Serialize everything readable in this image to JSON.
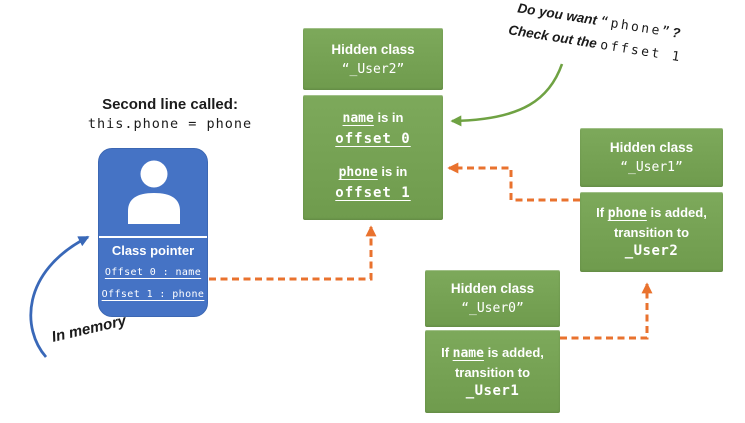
{
  "colors": {
    "green_box": "#7DA95B",
    "green_box_dark": "#6F9B4D",
    "blue_card": "#4573C5",
    "blue_card_border": "#3C67B3",
    "orange_arrow": "#E9722E",
    "green_arrow": "#6FA243",
    "blue_arrow": "#3968B8"
  },
  "annotations": {
    "second_line_title": "Second line called:",
    "second_line_code": "this.phone = phone",
    "phone_q_pre": "Do you want ",
    "phone_q_code": "“phone”",
    "phone_q_post": "?",
    "phone_q2_pre": "Check out the ",
    "phone_q2_code": "offset 1",
    "in_memory": "In memory"
  },
  "card": {
    "title": "Class pointer",
    "row0": "Offset 0 : name",
    "row1": "Offset 1 : phone"
  },
  "boxes": {
    "user2": {
      "header_line1": "Hidden class",
      "header_line2": "“_User2”",
      "row1_term": "name",
      "row1_rest": " is in",
      "row1_loc": "offset 0",
      "row2_term": "phone",
      "row2_rest": " is in",
      "row2_loc": "offset 1"
    },
    "user1": {
      "header_line1": "Hidden class",
      "header_line2": "“_User1”",
      "body_pre": "If ",
      "body_term": "phone",
      "body_post": " is added,",
      "body_line2": "transition to",
      "body_target": "_User2"
    },
    "user0": {
      "header_line1": "Hidden class",
      "header_line2": "“_User0”",
      "body_pre": "If ",
      "body_term": "name",
      "body_post": " is added,",
      "body_line2": "transition to",
      "body_target": "_User1"
    }
  }
}
